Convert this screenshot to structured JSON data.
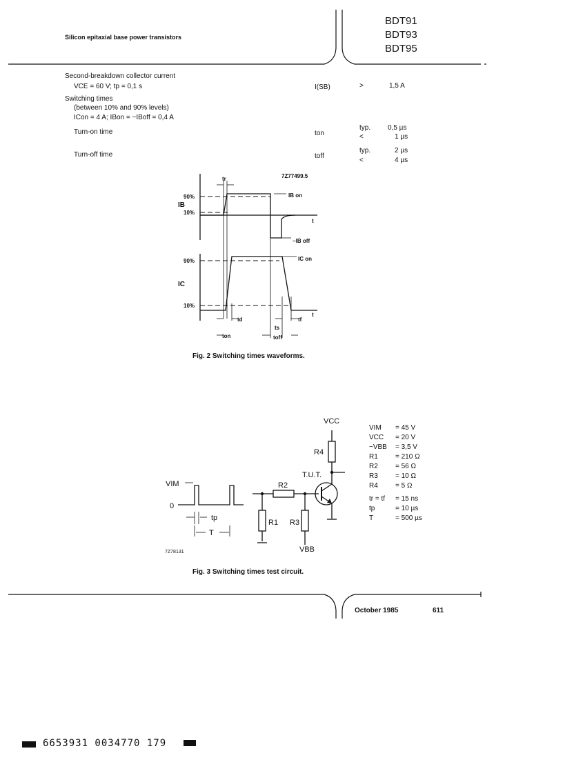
{
  "header": {
    "title": "Silicon epitaxial base power transistors",
    "part_numbers": [
      "BDT91",
      "BDT93",
      "BDT95"
    ]
  },
  "specs": {
    "sb_label": "Second-breakdown collector current",
    "sb_cond": "VCE = 60 V; tp = 0,1 s",
    "sb_symbol": "I(SB)",
    "sb_rel": ">",
    "sb_value": "1,5 A",
    "sw_label": "Switching times",
    "sw_levels": "(between 10% and 90% levels)",
    "sw_cond": "ICon = 4 A; IBon = −IBoff = 0,4 A",
    "ton_label": "Turn-on time",
    "ton_symbol": "ton",
    "ton_rel1": "typ.",
    "ton_val1": "0,5 µs",
    "ton_rel2": "<",
    "ton_val2": "1 µs",
    "toff_label": "Turn-off time",
    "toff_symbol": "toff",
    "toff_rel1": "typ.",
    "toff_val1": "2 µs",
    "toff_rel2": "<",
    "toff_val2": "4 µs"
  },
  "fig2": {
    "code": "7Z77499.5",
    "caption": "Fig. 2 Switching times waveforms.",
    "labels": {
      "tr": "tr",
      "p90": "90%",
      "p10": "10%",
      "ib": "IB",
      "ibon": "IB on",
      "t": "t",
      "iboff": "−IB off",
      "ic": "IC",
      "icon": "IC on",
      "td": "td",
      "ts": "ts",
      "tf": "tf",
      "ton": "ton",
      "toff": "toff"
    }
  },
  "fig3": {
    "code": "7Z78131",
    "caption": "Fig. 3 Switching times test circuit.",
    "labels": {
      "vim": "VIM",
      "zero": "0",
      "tp": "tp",
      "T": "T",
      "vcc": "VCC",
      "r4": "R4",
      "tut": "T.U.T.",
      "r2": "R2",
      "r1": "R1",
      "r3": "R3",
      "vbb": "VBB"
    },
    "params": [
      {
        "k": "VIM",
        "v": "= 45 V"
      },
      {
        "k": "VCC",
        "v": "= 20 V"
      },
      {
        "k": "−VBB",
        "v": "= 3,5 V"
      },
      {
        "k": "R1",
        "v": "= 210 Ω"
      },
      {
        "k": "R2",
        "v": "= 56 Ω"
      },
      {
        "k": "R3",
        "v": "= 10 Ω"
      },
      {
        "k": "R4",
        "v": "= 5 Ω"
      },
      {
        "k": "tr = tf",
        "v": "= 15 ns"
      },
      {
        "k": "tp",
        "v": "= 10 µs"
      },
      {
        "k": "T",
        "v": "= 500 µs"
      }
    ]
  },
  "footer": {
    "date": "October 1985",
    "page": "611",
    "barcode": "6653931 0034770 179"
  }
}
